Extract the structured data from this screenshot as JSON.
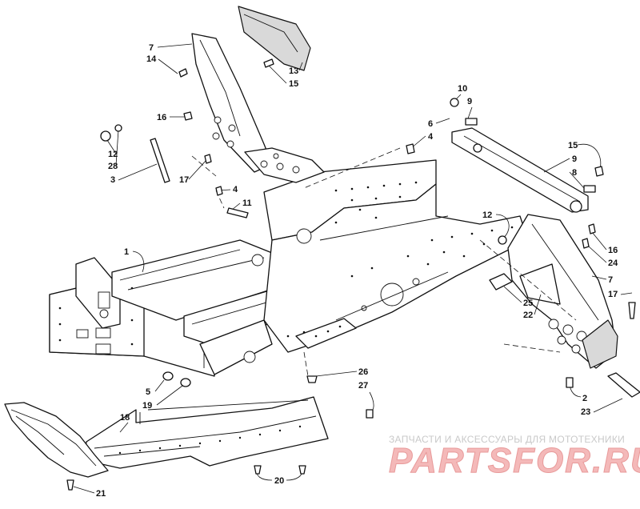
{
  "diagram": {
    "callouts": [
      "1",
      "2",
      "3",
      "4",
      "4",
      "5",
      "6",
      "7",
      "7",
      "8",
      "9",
      "9",
      "10",
      "11",
      "12",
      "12",
      "13",
      "14",
      "15",
      "15",
      "16",
      "16",
      "17",
      "17",
      "18",
      "19",
      "20",
      "21",
      "22",
      "23",
      "24",
      "25",
      "26",
      "27",
      "28"
    ]
  },
  "watermark": {
    "subtitle": "ЗАПЧАСТИ И АКСЕССУАРЫ ДЛЯ МОТОТЕХНИКИ",
    "brand": "PARTSFOR.RU"
  }
}
